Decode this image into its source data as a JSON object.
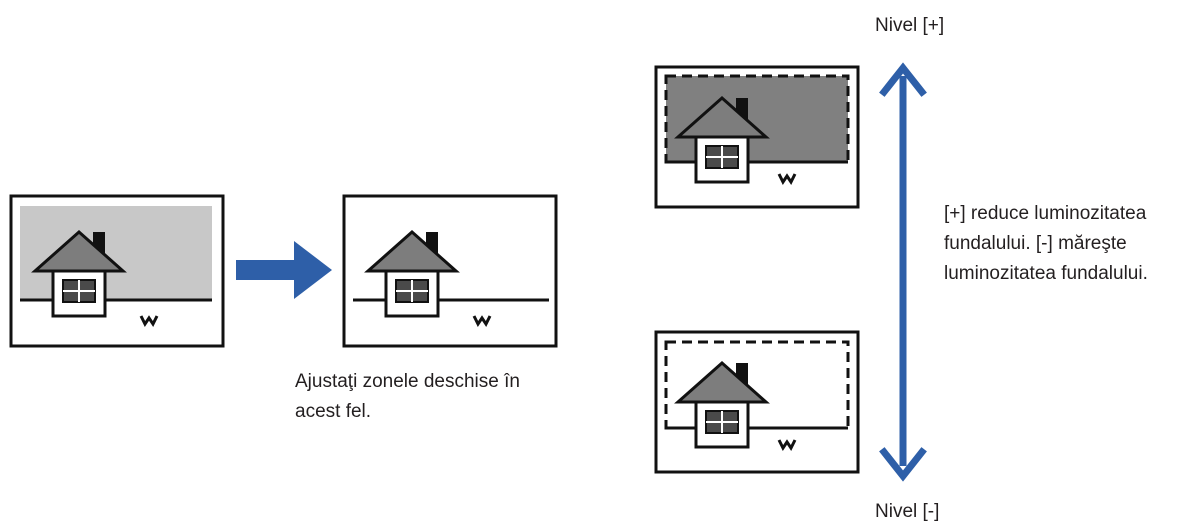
{
  "colors": {
    "accent_blue": "#2e5fa8",
    "light_gray": "#c8c8c8",
    "dark_gray": "#808080",
    "roof_gray": "#7d7d7d",
    "ink": "#231f20"
  },
  "caption": {
    "line1": "Ajustaţi zonele deschise în",
    "line2": "acest fel."
  },
  "level_plus": "Nivel [+]",
  "level_minus": "Nivel [-]",
  "description": {
    "line1": "[+] reduce luminozitatea",
    "line2": "fundalului. [-] măreşte",
    "line3": "luminozitatea fundalului."
  },
  "icons": [
    "house-icon",
    "arrow-right-icon",
    "double-arrow-vertical-icon",
    "grass-icon",
    "window-icon"
  ]
}
